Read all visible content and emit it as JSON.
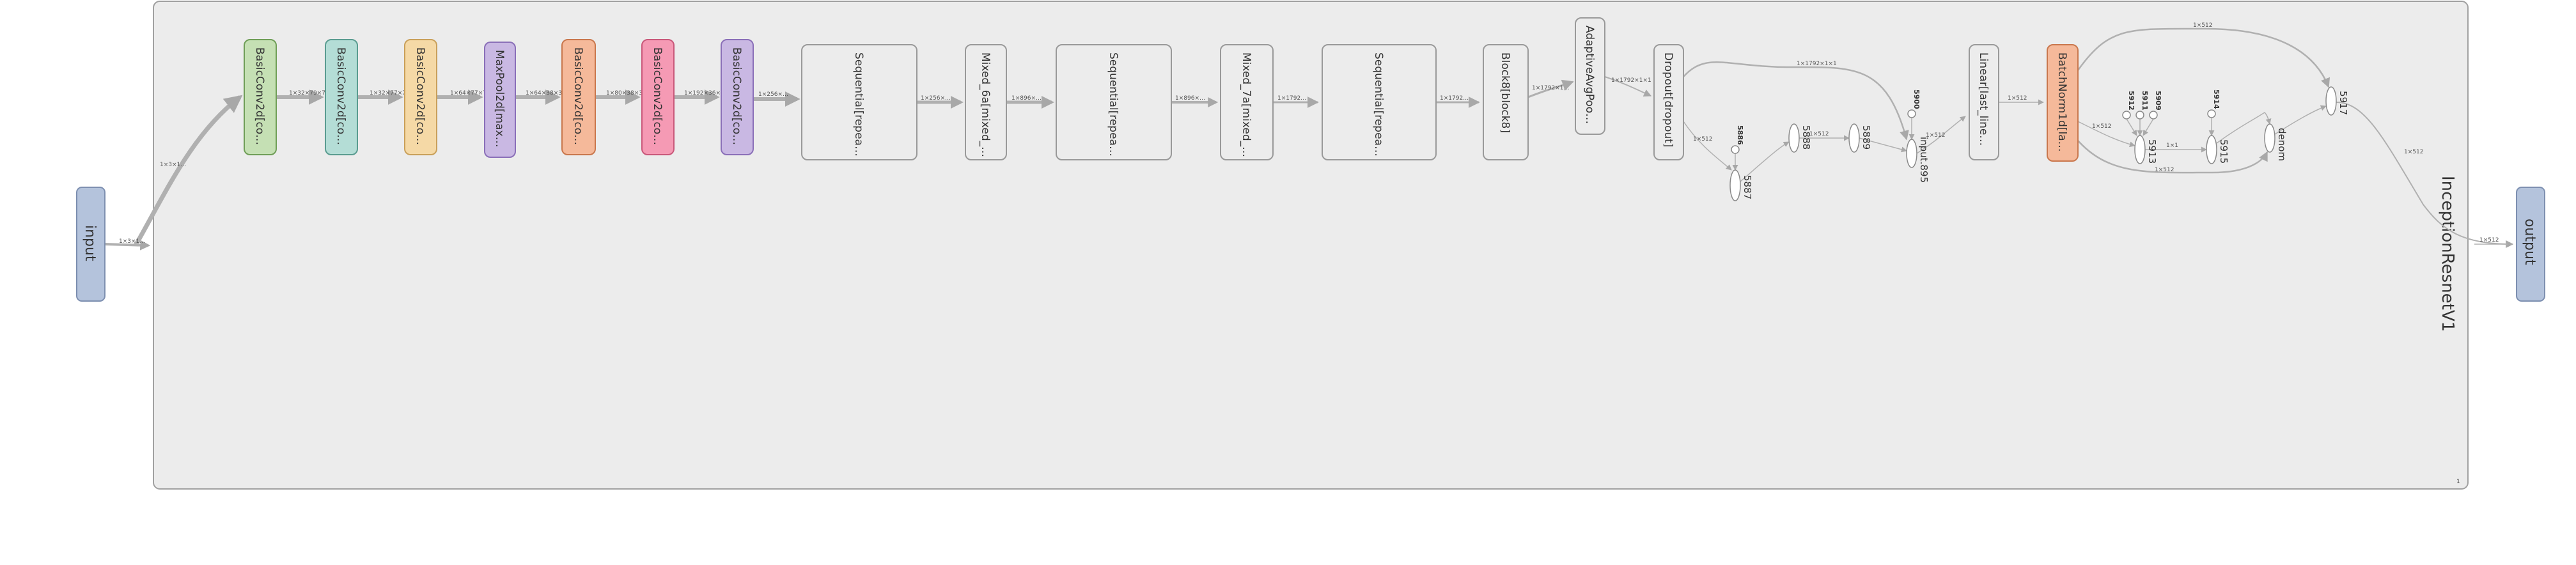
{
  "graph": {
    "title": "InceptionResnetV1",
    "corner_mark": "1",
    "input_label": "input",
    "output_label": "output"
  },
  "nodes": [
    {
      "id": "n1",
      "label": "BasicConv2d[co…",
      "fill": "#c5e0b4",
      "stroke": "#6f9e57"
    },
    {
      "id": "n2",
      "label": "BasicConv2d[co…",
      "fill": "#b4ddd6",
      "stroke": "#5a9c90"
    },
    {
      "id": "n3",
      "label": "BasicConv2d[co…",
      "fill": "#f5d9a6",
      "stroke": "#c9a05a"
    },
    {
      "id": "n4",
      "label": "MaxPool2d[max…",
      "fill": "#c9b8e3",
      "stroke": "#8a6fb8"
    },
    {
      "id": "n5",
      "label": "BasicConv2d[co…",
      "fill": "#f5b99a",
      "stroke": "#c9774d"
    },
    {
      "id": "n6",
      "label": "BasicConv2d[co…",
      "fill": "#f59ab4",
      "stroke": "#c9587a"
    },
    {
      "id": "n7",
      "label": "BasicConv2d[co…",
      "fill": "#c9b8e3",
      "stroke": "#8a6fb8"
    },
    {
      "id": "n8",
      "label": "Sequential[repea…",
      "fill": "#ececec",
      "stroke": "#999999"
    },
    {
      "id": "n9",
      "label": "Mixed_6a[mixed_…",
      "fill": "#ececec",
      "stroke": "#999999"
    },
    {
      "id": "n10",
      "label": "Sequential[repea…",
      "fill": "#ececec",
      "stroke": "#999999"
    },
    {
      "id": "n11",
      "label": "Mixed_7a[mixed_…",
      "fill": "#ececec",
      "stroke": "#999999"
    },
    {
      "id": "n12",
      "label": "Sequential[repea…",
      "fill": "#ececec",
      "stroke": "#999999"
    },
    {
      "id": "n13",
      "label": "Block8[block8]",
      "fill": "#ececec",
      "stroke": "#999999"
    },
    {
      "id": "n14",
      "label": "AdaptiveAvgPoo…",
      "fill": "#ececec",
      "stroke": "#999999"
    },
    {
      "id": "n15",
      "label": "Dropout[dropout]",
      "fill": "#ececec",
      "stroke": "#999999"
    },
    {
      "id": "n16",
      "label": "Linear[last_line…",
      "fill": "#ececec",
      "stroke": "#999999"
    },
    {
      "id": "n17",
      "label": "BatchNorm1d[la…",
      "fill": "#f5b99a",
      "stroke": "#c9774d"
    }
  ],
  "ops": [
    {
      "id": "o5887",
      "label": "5887"
    },
    {
      "id": "o5888",
      "label": "5888"
    },
    {
      "id": "o5889",
      "label": "5889"
    },
    {
      "id": "o895",
      "label": "input.895"
    },
    {
      "id": "o5913",
      "label": "5913"
    },
    {
      "id": "o5915",
      "label": "5915"
    },
    {
      "id": "odenom",
      "label": "denom"
    },
    {
      "id": "o5917",
      "label": "5917"
    }
  ],
  "consts": [
    {
      "id": "c5886",
      "label": "5886"
    },
    {
      "id": "c5900",
      "label": "5900"
    },
    {
      "id": "c5912",
      "label": "5912"
    },
    {
      "id": "c5911",
      "label": "5911"
    },
    {
      "id": "c5909",
      "label": "5909"
    },
    {
      "id": "c5914",
      "label": "5914"
    }
  ],
  "edge_labels": {
    "e_in": "1×3×1…",
    "e_in2": "1×3×1…",
    "e1": "1×32×79×7…",
    "e2": "1×32×77×7…",
    "e3": "1×64×77×7…",
    "e4": "1×64×38×3…",
    "e5": "1×80×38×3…",
    "e6": "1×192×36×…",
    "e7": "1×256×…",
    "e8": "1×256×…",
    "e9": "1×896×…",
    "e10": "1×896×…",
    "e11": "1×1792…",
    "e12": "1×1792…",
    "e13": "1×1792×1…",
    "e14": "1×1792×1×1",
    "e15": "1×1792×1×1",
    "e16": "1×512",
    "e17": "1×512",
    "e18": "1×512",
    "e19": "1×512",
    "e20": "1×1",
    "e21": "1×512",
    "e22": "1×512"
  },
  "colors": {
    "io_fill": "#b4c3dc",
    "io_stroke": "#7d8fb0",
    "container_fill": "#ececec",
    "container_stroke": "#a0a0a0",
    "edge": "#b0b0b0"
  }
}
